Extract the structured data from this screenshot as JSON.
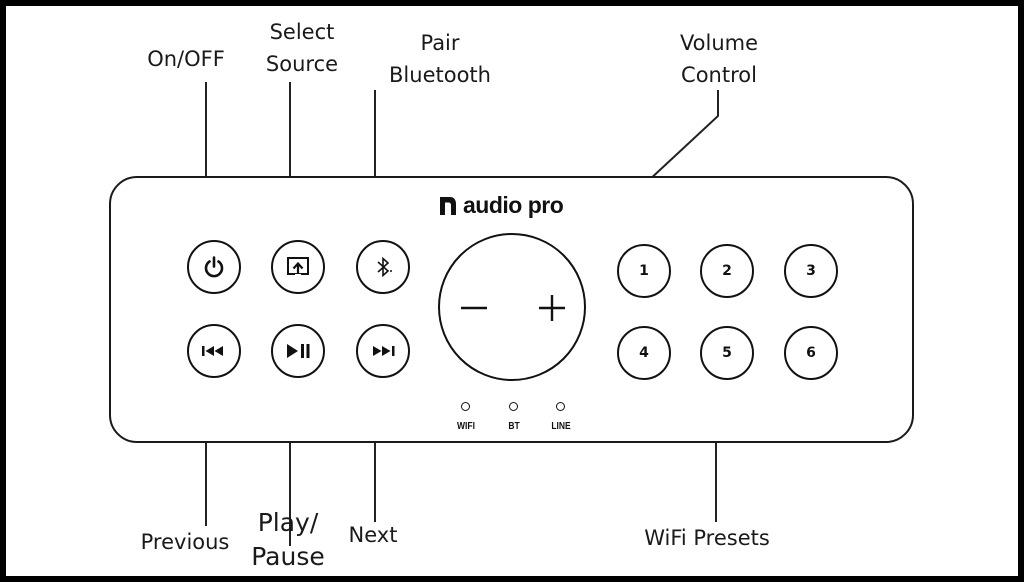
{
  "callouts": {
    "on_off": "On/OFF",
    "select_source": [
      "Select",
      "Source"
    ],
    "pair_bluetooth": [
      "Pair",
      "Bluetooth"
    ],
    "volume_control": [
      "Volume",
      "Control"
    ],
    "previous": "Previous",
    "play_pause": [
      "Play/",
      "Pause"
    ],
    "next": "Next",
    "wifi_presets": "WiFi Presets"
  },
  "device": {
    "brand": "audio pro",
    "presets": [
      "1",
      "2",
      "3",
      "4",
      "5",
      "6"
    ],
    "leds": [
      "WIFI",
      "BT",
      "LINE"
    ],
    "volume": {
      "minus": "−",
      "plus": "+"
    },
    "icons": {
      "power": "power-icon",
      "source": "source-icon",
      "bluetooth": "bluetooth-icon",
      "previous": "previous-track-icon",
      "play_pause": "play-pause-icon",
      "next": "next-track-icon"
    }
  }
}
